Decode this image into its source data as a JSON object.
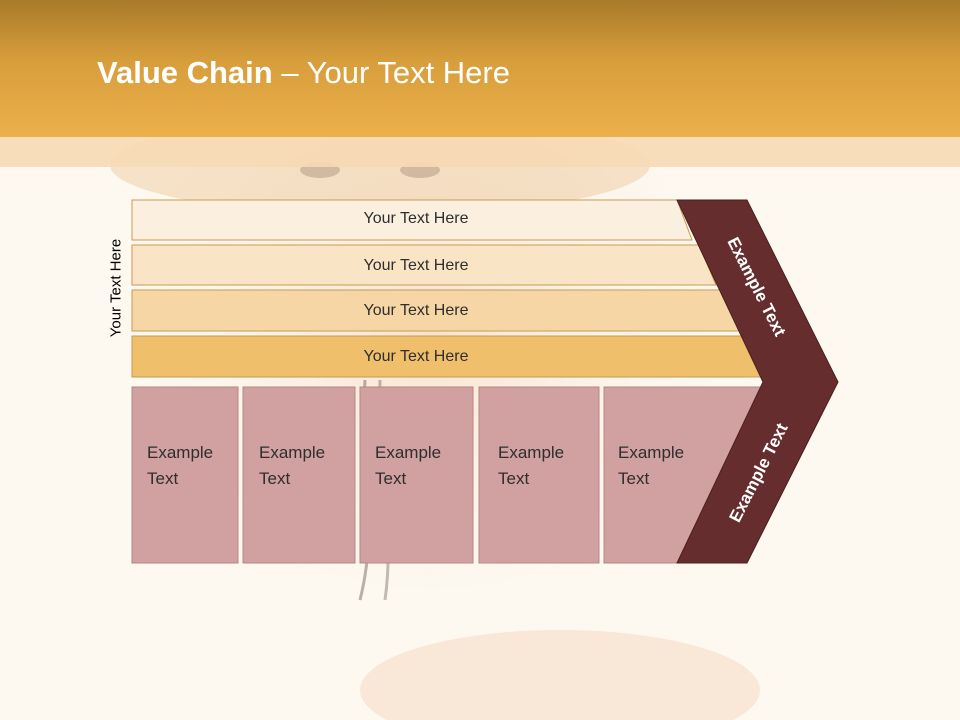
{
  "title": {
    "bold": "Value Chain",
    "rest": " – Your Text Here"
  },
  "side_label": "Your Text Here",
  "bars": [
    {
      "label": "Your Text Here",
      "color": "#fbf0e0"
    },
    {
      "label": "Your Text Here",
      "color": "#f9e5c6"
    },
    {
      "label": "Your Text Here",
      "color": "#f5d6a4"
    },
    {
      "label": "Your Text Here",
      "color": "#efbf6c"
    }
  ],
  "boxes": [
    {
      "line1": "Example",
      "line2": "Text"
    },
    {
      "line1": "Example",
      "line2": "Text"
    },
    {
      "line1": "Example",
      "line2": "Text"
    },
    {
      "line1": "Example",
      "line2": "Text"
    },
    {
      "line1": "Example",
      "line2": "Text"
    }
  ],
  "chevron": {
    "upper": "Example Text",
    "lower": "Example Text"
  },
  "colors": {
    "header": "#e0a545",
    "box": "#d1a0a0",
    "chevron": "#662d2e",
    "bar_border": "#c99a50"
  }
}
